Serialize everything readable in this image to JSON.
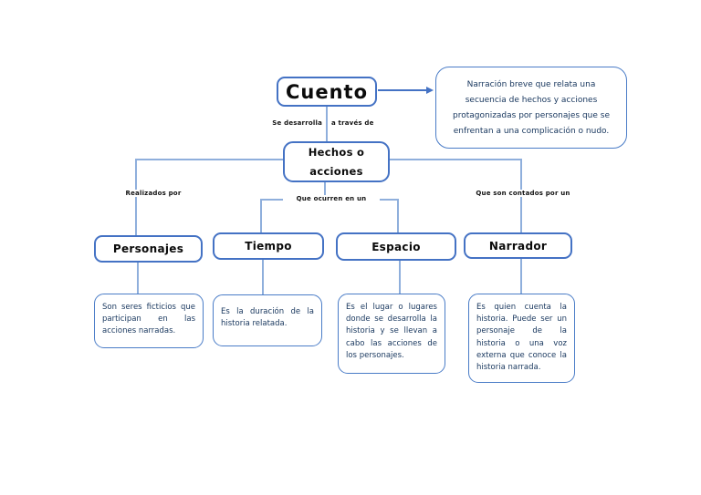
{
  "colors": {
    "box_border_blue": "#4472c4",
    "connector_blue": "#8fafdc",
    "text_dark_navy": "#17365d"
  },
  "map": {
    "root_label": "Cuento",
    "definition": "Narración breve que relata una secuencia de hechos y acciones protagonizadas por personajes que se enfrentan a una complicación o nudo.",
    "root_link_left": "Se desarrolla",
    "root_link_right": "a través de",
    "hub_label": "Hechos o acciones",
    "link_left": "Realizados por",
    "link_middle": "Que ocurren en un",
    "link_right": "Que son contados por un",
    "nodes": [
      {
        "label": "Personajes",
        "description": "Son seres ficticios que participan en las acciones narradas."
      },
      {
        "label": "Tiempo",
        "description": "Es la duración de la historia relatada."
      },
      {
        "label": "Espacio",
        "description": "Es el lugar o lugares donde se desarrolla la historia y se llevan a cabo las acciones de los personajes."
      },
      {
        "label": "Narrador",
        "description": "Es quien cuenta la historia. Puede ser un personaje de la historia o una voz externa que conoce la historia narrada."
      }
    ]
  }
}
